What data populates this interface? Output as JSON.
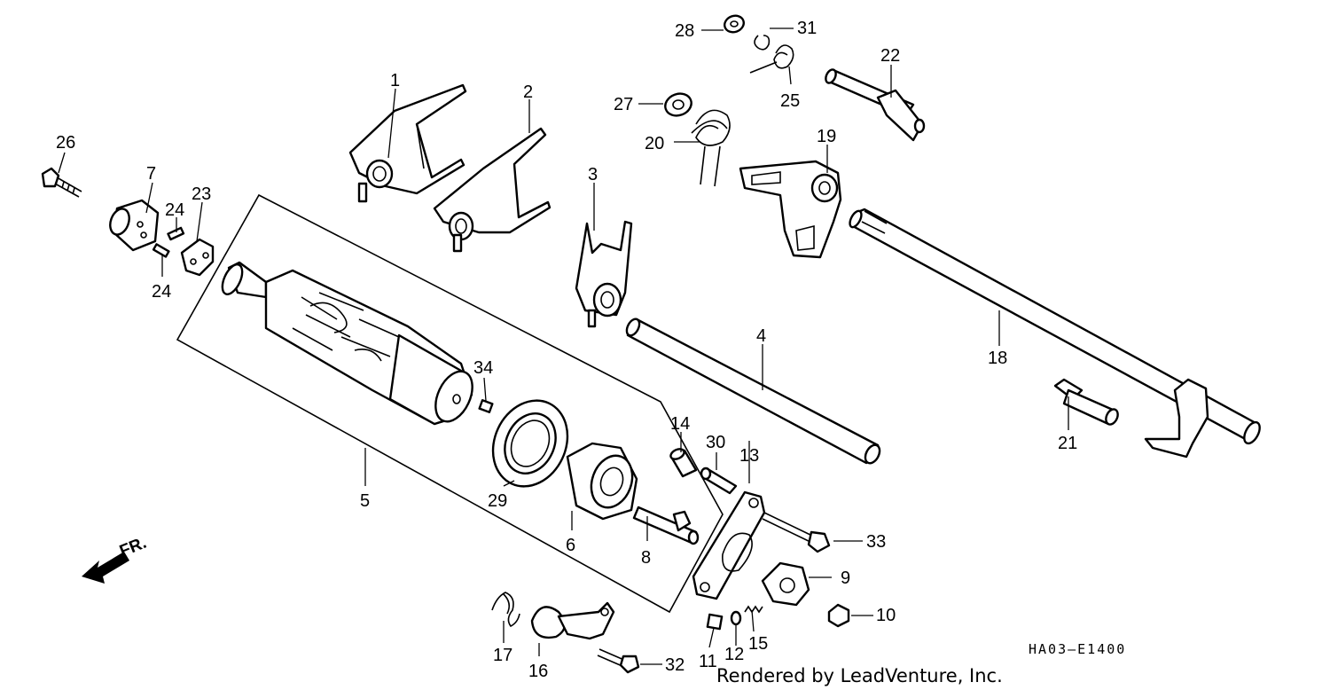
{
  "diagram": {
    "drawing_code": "HA03—E1400",
    "credit": "Rendered by LeadVenture, Inc.",
    "front_arrow": "FR.",
    "callouts": [
      "1",
      "2",
      "3",
      "4",
      "5",
      "6",
      "7",
      "8",
      "9",
      "10",
      "11",
      "12",
      "13",
      "14",
      "15",
      "16",
      "17",
      "18",
      "19",
      "20",
      "21",
      "22",
      "23",
      "24",
      "24",
      "25",
      "26",
      "27",
      "28",
      "29",
      "30",
      "31",
      "32",
      "33",
      "34"
    ]
  }
}
